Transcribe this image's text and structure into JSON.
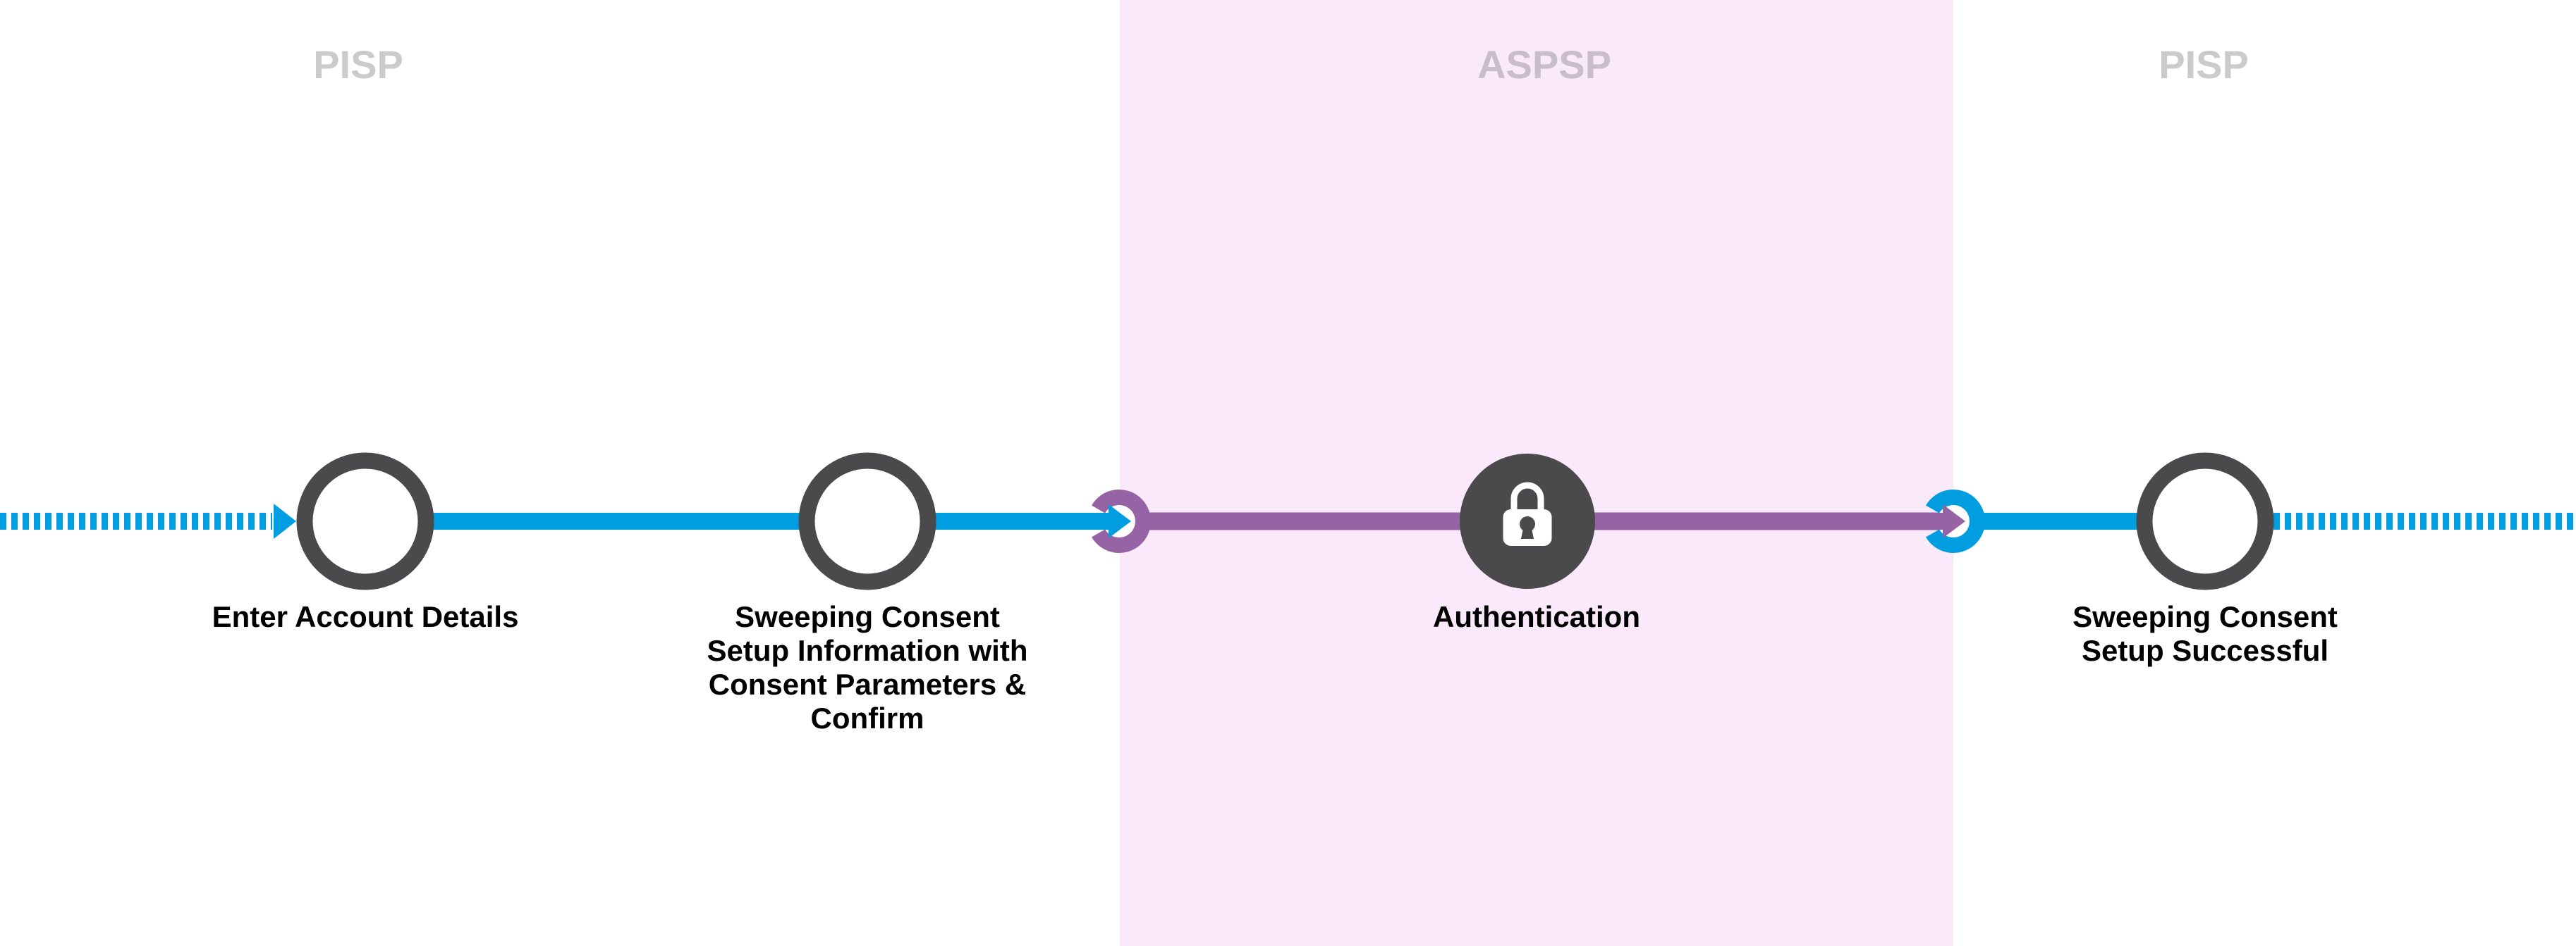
{
  "diagram": {
    "zones": [
      {
        "id": "pisp-left",
        "label": "PISP"
      },
      {
        "id": "aspsp",
        "label": "ASPSP"
      },
      {
        "id": "pisp-right",
        "label": "PISP"
      }
    ],
    "steps": [
      {
        "id": "enter-account-details",
        "label": "Enter Account Details"
      },
      {
        "id": "sweeping-consent-setup",
        "label": "Sweeping Consent\nSetup Information with\nConsent Parameters &\nConfirm"
      },
      {
        "id": "authentication",
        "label": "Authentication",
        "icon": "lock-icon"
      },
      {
        "id": "sweeping-consent-success",
        "label": "Sweeping Consent\nSetup Successful"
      }
    ],
    "colors": {
      "flow_blue": "#009ee0",
      "flow_purple": "#9663a4",
      "node_gray": "#4a4a4c",
      "aspsp_background": "#f9e9fb",
      "zone_label_gray": "#cbcbcb",
      "zone_label_on_pink": "#c8bccd"
    }
  }
}
